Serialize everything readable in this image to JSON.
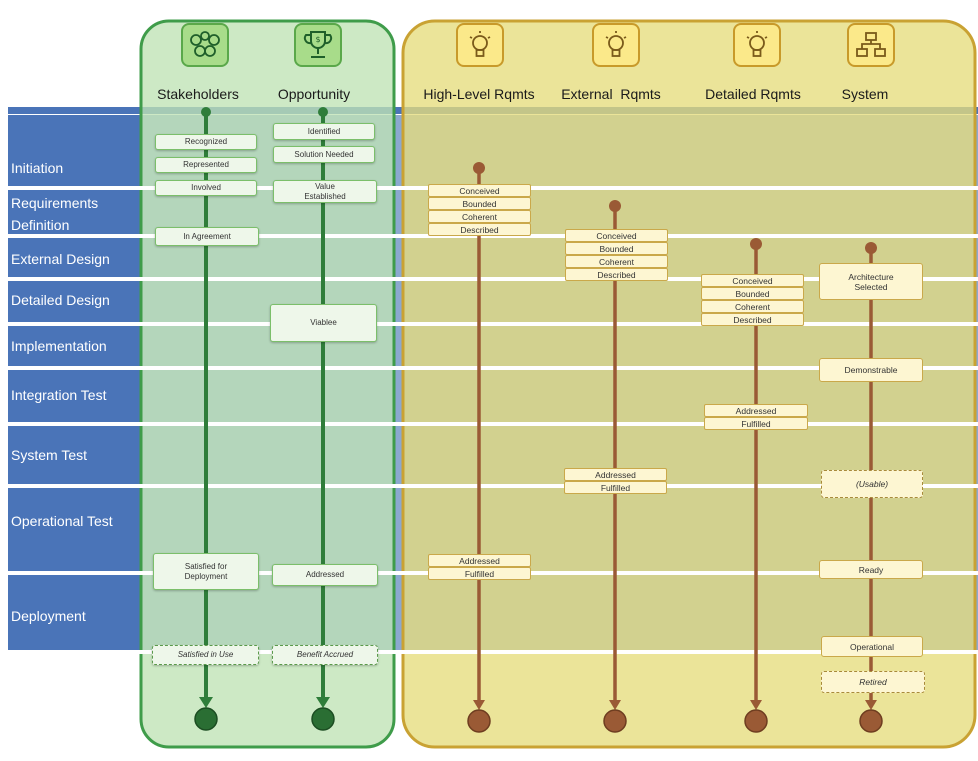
{
  "columns": {
    "stakeholders": "Stakeholders",
    "opportunity": "Opportunity",
    "high_level_rqmts": "High-Level Rqmts",
    "external_rqmts": "External  Rqmts",
    "detailed_rqmts": "Detailed Rqmts",
    "system": "System"
  },
  "icons": {
    "stakeholders": "people-icon",
    "opportunity": "trophy-icon",
    "high_level_rqmts": "lightbulb-icon",
    "external_rqmts": "lightbulb-icon",
    "detailed_rqmts": "lightbulb-icon",
    "system": "hierarchy-icon"
  },
  "phases": {
    "initiation": "Initiation",
    "requirements_definition_1": "Requirements",
    "requirements_definition_2": "Definition",
    "external_design": "External Design",
    "detailed_design": "Detailed Design",
    "implementation": "Implementation",
    "integration_test": "Integration Test",
    "system_test": "System Test",
    "operational_test": "Operational Test",
    "deployment": "Deployment"
  },
  "stakeholder_states": {
    "recognized": "Recognized",
    "represented": "Represented",
    "involved": "Involved",
    "in_agreement": "In Agreement",
    "satisfied_for_deployment_1": "Satisfied for",
    "satisfied_for_deployment_2": "Deployment",
    "satisfied_in_use": "Satisfied in Use"
  },
  "opportunity_states": {
    "identified": "Identified",
    "solution_needed": "Solution Needed",
    "value_established_1": "Value",
    "value_established_2": "Established",
    "viable": "Viablee",
    "addressed": "Addressed",
    "benefit_accrued": "Benefit Accrued"
  },
  "requirements_states": {
    "conceived": "Conceived",
    "bounded": "Bounded",
    "coherent": "Coherent",
    "described": "Described",
    "addressed": "Addressed",
    "fulfilled": "Fulfilled"
  },
  "system_states": {
    "architecture_selected_1": "Architecture",
    "architecture_selected_2": "Selected",
    "demonstrable": "Demonstrable",
    "usable": "(Usable)",
    "ready": "Ready",
    "operational": "Operational",
    "retired": "Retired"
  },
  "colors": {
    "band_blue": "#4a74b8",
    "green_panel": "#bfe3b5",
    "yellow_panel": "#e6dc7c",
    "green_line": "#2f7d3a",
    "brown_line": "#9a5a35"
  }
}
